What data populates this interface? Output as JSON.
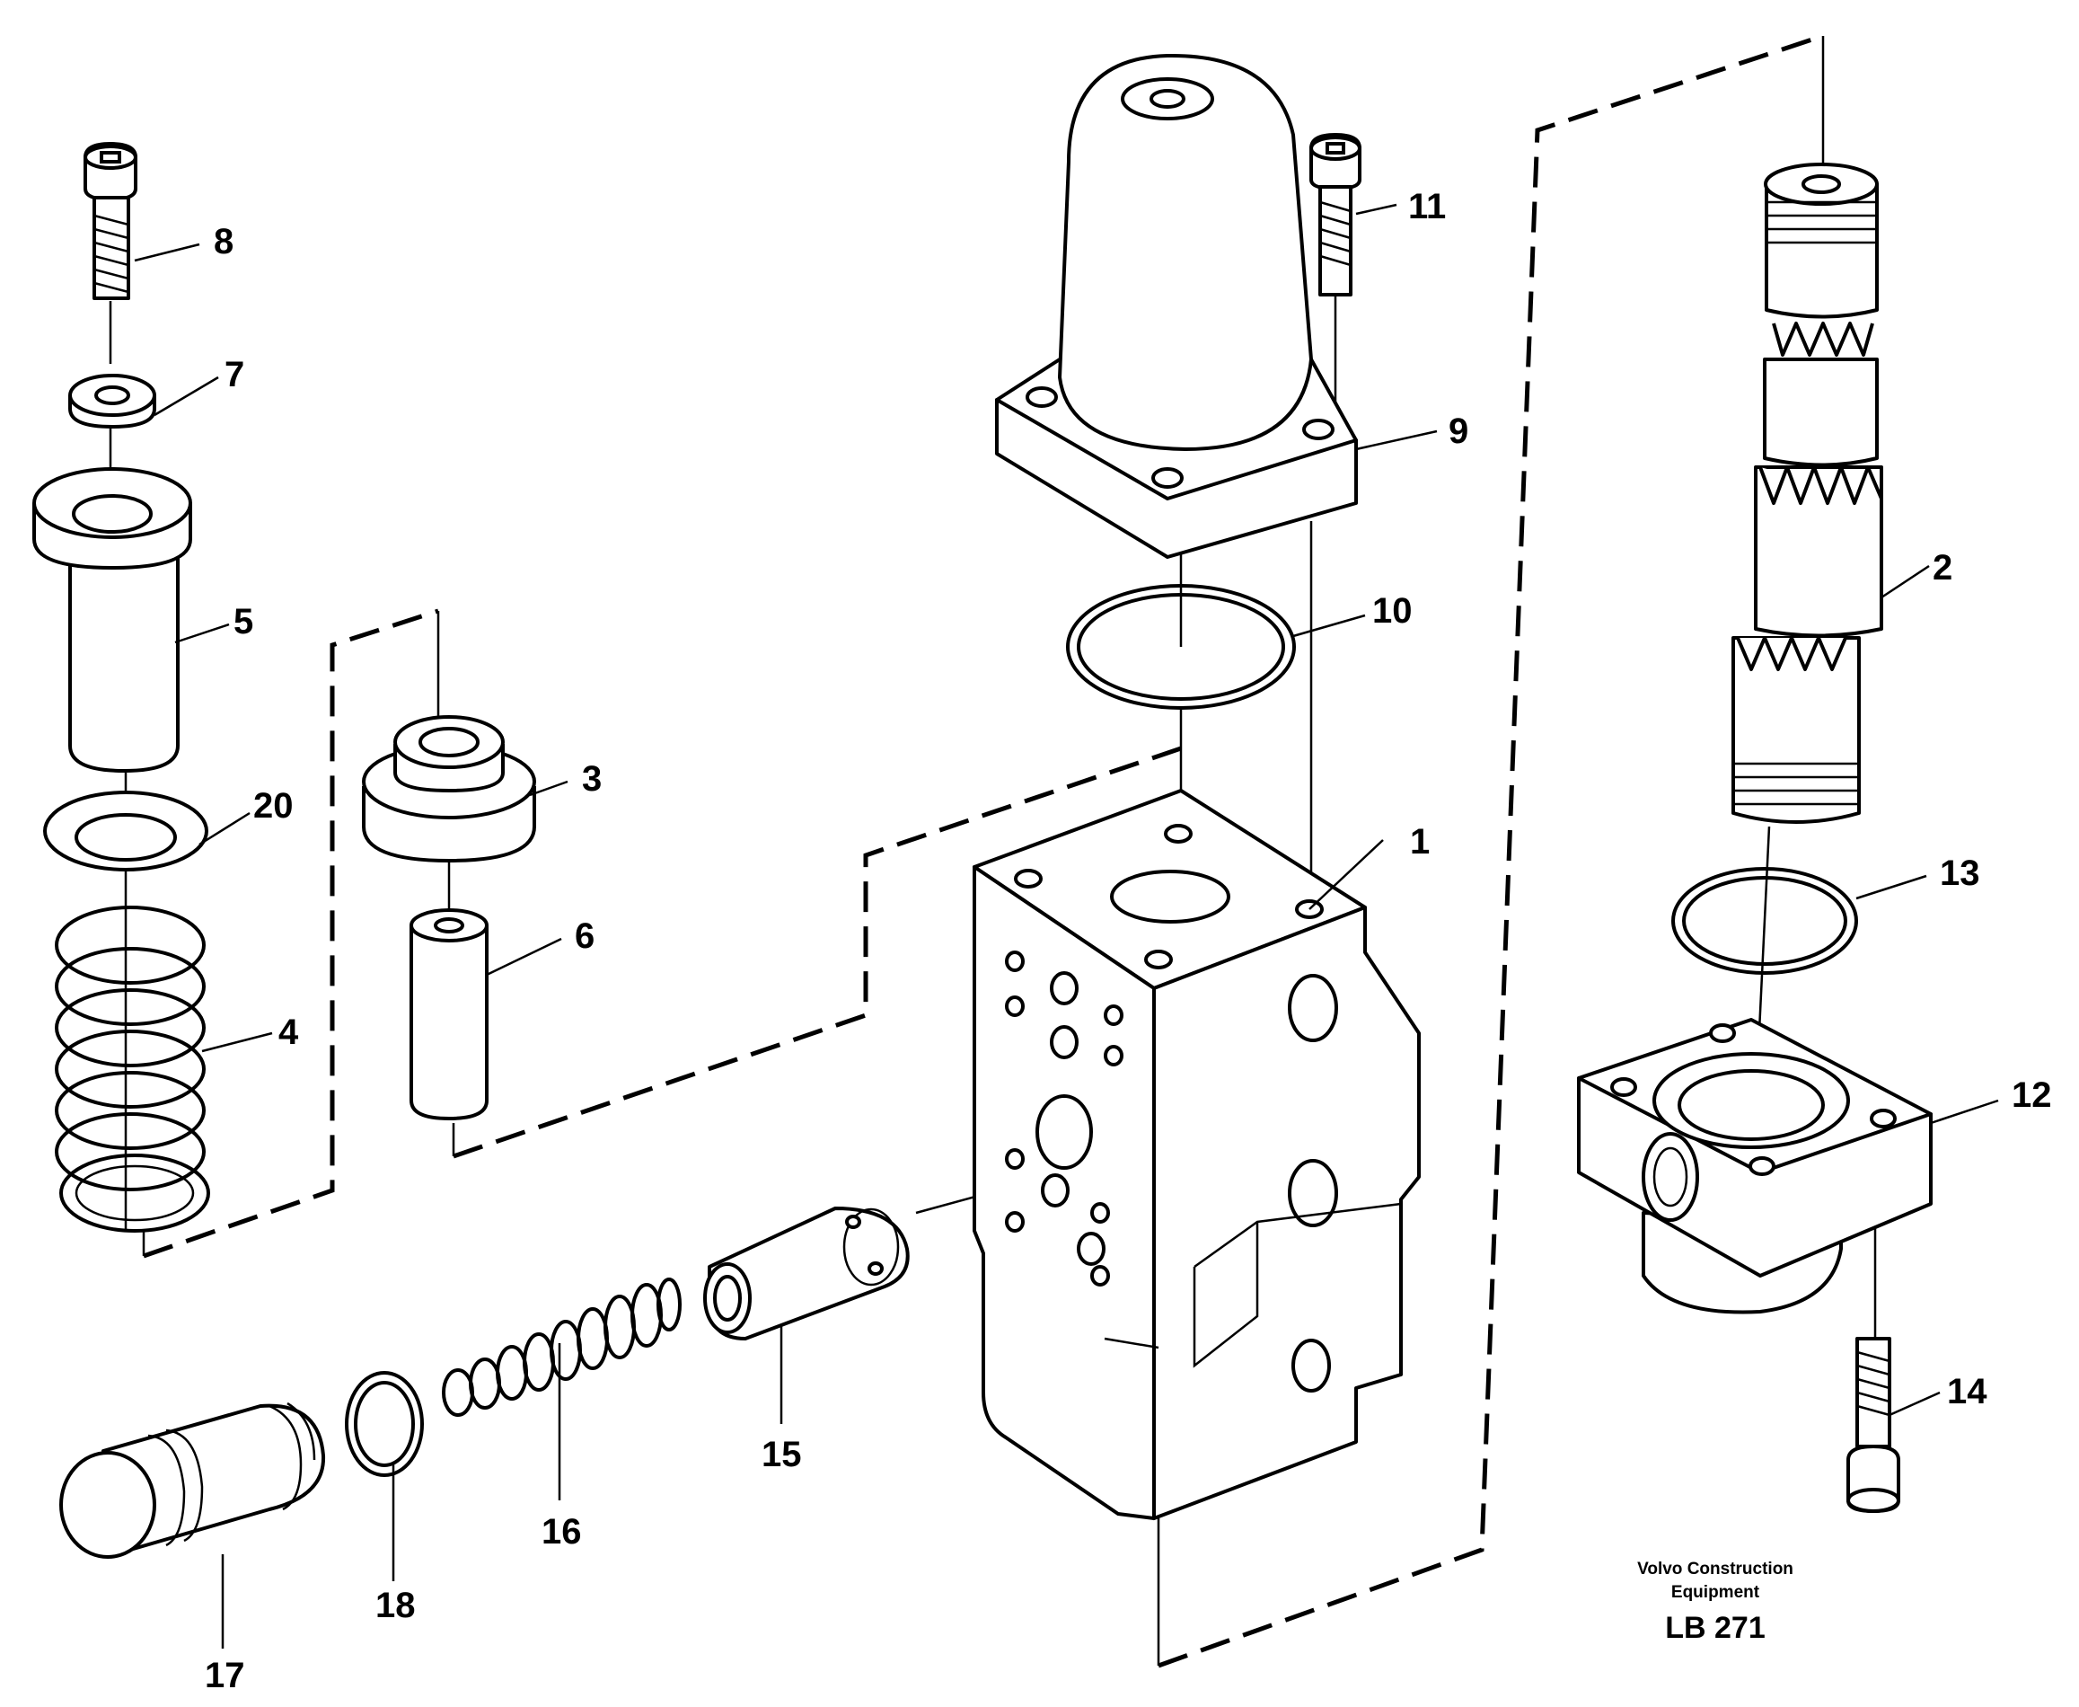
{
  "callouts": [
    "1",
    "2",
    "3",
    "4",
    "5",
    "6",
    "7",
    "8",
    "9",
    "10",
    "11",
    "12",
    "13",
    "14",
    "15",
    "16",
    "17",
    "18",
    "20"
  ],
  "caption": {
    "line1": "Volvo Construction",
    "line2": "Equipment",
    "code": "LB 271"
  },
  "colors": {
    "ink": "#000000",
    "paper": "#ffffff"
  }
}
